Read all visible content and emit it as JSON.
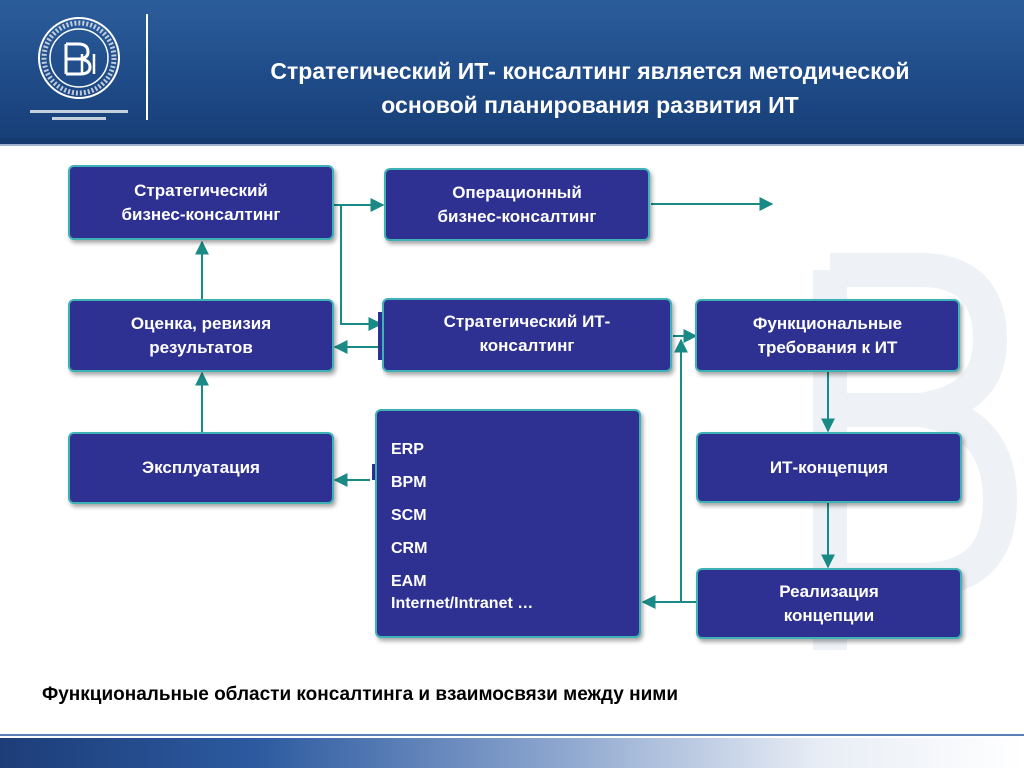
{
  "header": {
    "title_line1": "Стратегический ИТ- консалтинг  является методической",
    "title_line2": "основой планирования развития ИТ"
  },
  "diagram": {
    "nodes": {
      "strategic_business": {
        "line1": "Стратегический",
        "line2": "бизнес-консалтинг"
      },
      "operational_business": {
        "line1": "Операционный",
        "line2": "бизнес-консалтинг"
      },
      "evaluation": {
        "line1": "Оценка, ревизия",
        "line2": "результатов"
      },
      "strategic_it": {
        "line1": "Стратегический ИТ-",
        "line2": "консалтинг"
      },
      "functional_req": {
        "line1": "Функциональные",
        "line2": "требования к ИТ"
      },
      "operation": {
        "label": "Эксплуатация"
      },
      "it_concept": {
        "label": "ИТ-концепция"
      },
      "implementation": {
        "line1": "Реализация",
        "line2": "концепции"
      }
    },
    "systems": [
      "ERP",
      "BPM",
      "SCM",
      "CRM",
      "EAM",
      "Internet/Intranet …"
    ]
  },
  "caption": "Функциональные  области консалтинга и взаимосвязи между ними",
  "colors": {
    "header": "#1f4c89",
    "box_fill": "#2e3192",
    "box_border": "#3fb2b6",
    "connector": "#1a8a86"
  }
}
